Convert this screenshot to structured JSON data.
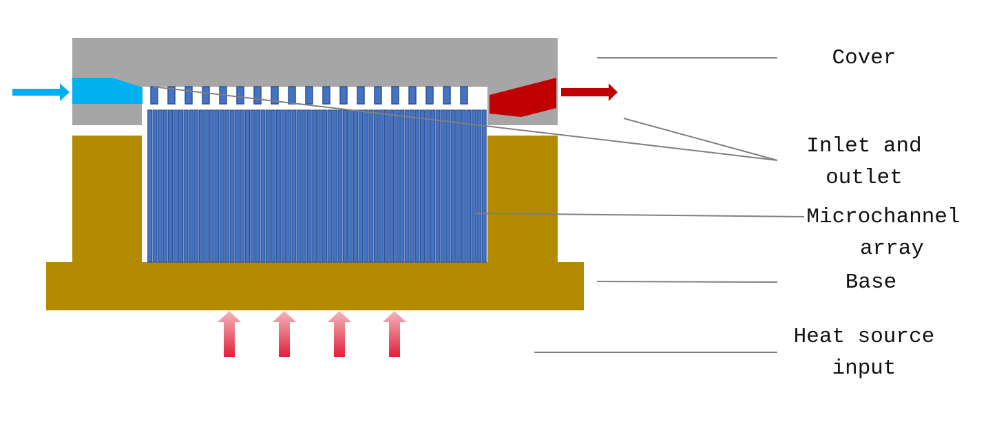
{
  "labels": {
    "cover": "Cover",
    "inlet_outlet_1": "Inlet and",
    "inlet_outlet_2": "outlet",
    "microchannel_1": "Microchannel",
    "microchannel_2": "array",
    "base": "Base",
    "heat_1": "Heat source",
    "heat_2": "input"
  },
  "colors": {
    "cover": "#a6a6a6",
    "base": "#b38b00",
    "channel": "#4472c4",
    "channel_border": "#2f528f",
    "inlet": "#00b0f0",
    "outlet": "#c00000",
    "heat_top": "#f4b6bc",
    "heat_bottom": "#e0203a",
    "leader": "#7f7f7f"
  },
  "microchannel_count": 66,
  "top_fin_count": 19,
  "heat_arrow_count": 4
}
